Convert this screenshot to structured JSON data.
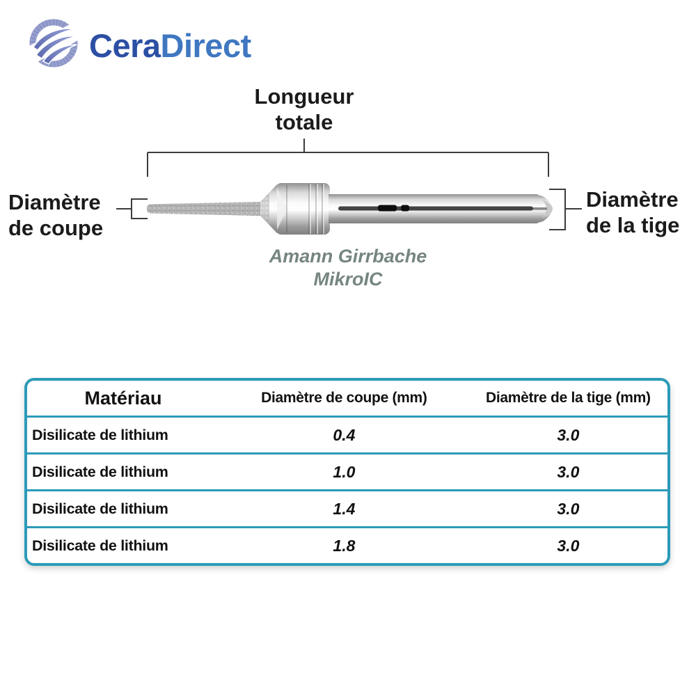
{
  "brand": {
    "logo_text_primary": "Cera",
    "logo_text_secondary": "Direct"
  },
  "diagram": {
    "total_length_label": {
      "line1": "Longueur",
      "line2": "totale"
    },
    "cutting_diameter_label": {
      "line1": "Diamètre",
      "line2": "de coupe"
    },
    "shank_diameter_label": {
      "line1": "Diamètre",
      "line2": "de la tige"
    },
    "tool_brand": {
      "line1": "Amann Girrbache",
      "line2": "MikroIC"
    }
  },
  "table": {
    "headers": {
      "material": "Matériau",
      "cutting_diameter": "Diamètre de coupe (mm)",
      "shank_diameter": "Diamètre de la tige (mm)"
    },
    "rows": [
      {
        "material": "Disilicate de lithium",
        "cutting_diameter": "0.4",
        "shank_diameter": "3.0"
      },
      {
        "material": "Disilicate de lithium",
        "cutting_diameter": "1.0",
        "shank_diameter": "3.0"
      },
      {
        "material": "Disilicate de lithium",
        "cutting_diameter": "1.4",
        "shank_diameter": "3.0"
      },
      {
        "material": "Disilicate de lithium",
        "cutting_diameter": "1.8",
        "shank_diameter": "3.0"
      }
    ]
  },
  "colors": {
    "accent_teal": "#2B9BB8",
    "brand_blue_dark": "#2B4FA3",
    "brand_blue_light": "#3F77C0",
    "logo_icon_periwinkle": "#8A93C8",
    "tool_brand_text": "#75857F"
  }
}
